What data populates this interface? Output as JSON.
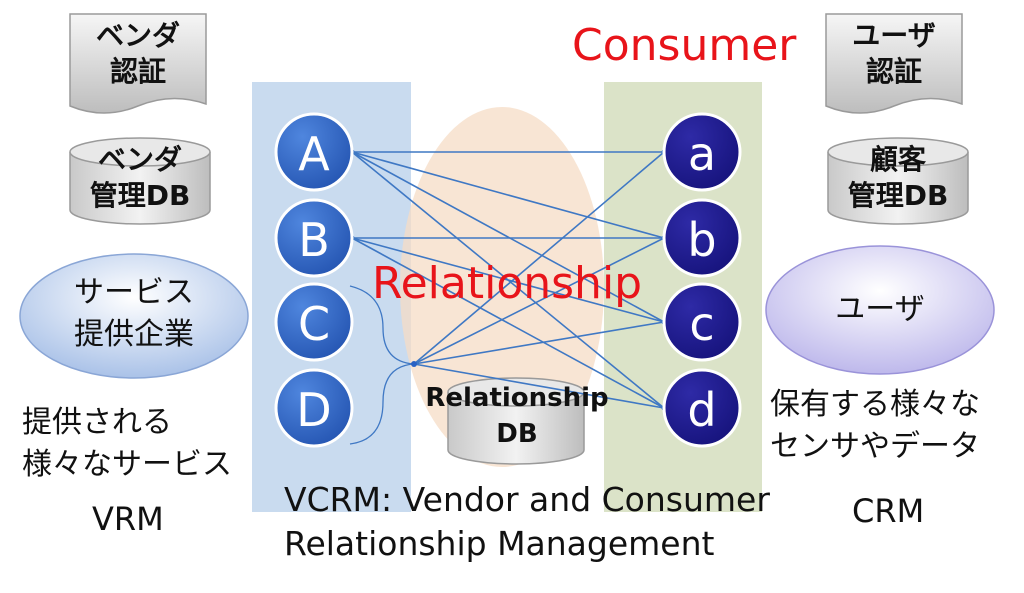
{
  "vendor_auth": {
    "line1": "ベンダ",
    "line2": "認証"
  },
  "vendor_db": {
    "line1": "ベンダ",
    "line2": "管理DB"
  },
  "vendor_company": {
    "line1": "サービス",
    "line2": "提供企業"
  },
  "vendor_services": {
    "line1": "提供される",
    "line2": "様々なサービス"
  },
  "vrm_label": "VRM",
  "user_auth": {
    "line1": "ユーザ",
    "line2": "認証"
  },
  "customer_db": {
    "line1": "顧客",
    "line2": "管理DB"
  },
  "user": {
    "label": "ユーザ"
  },
  "user_data": {
    "line1": "保有する様々な",
    "line2": "センサやデータ"
  },
  "crm_label": "CRM",
  "consumer_title": "Consumer",
  "relationship_title": "Relationship",
  "relationship_db": {
    "line1": "Relationship",
    "line2": "DB"
  },
  "vendor_nodes": [
    "A",
    "B",
    "C",
    "D"
  ],
  "consumer_nodes": [
    "a",
    "b",
    "c",
    "d"
  ],
  "footer": {
    "line1": "VCRM: Vendor and Consumer",
    "line2": "Relationship Management"
  },
  "connections": [
    [
      "A",
      "a"
    ],
    [
      "A",
      "b"
    ],
    [
      "A",
      "c"
    ],
    [
      "B",
      "b"
    ],
    [
      "B",
      "c"
    ],
    [
      "hub",
      "a"
    ],
    [
      "hub",
      "b"
    ],
    [
      "hub",
      "c"
    ],
    [
      "hub",
      "d"
    ],
    [
      "A",
      "d"
    ],
    [
      "B",
      "d"
    ]
  ],
  "colors": {
    "vendor_panel": "#c9dbef",
    "consumer_panel": "#dbe3c8",
    "relationship_blob": "#f7e4d2",
    "vendor_node": "#2a62c4",
    "consumer_node": "#1c1a8a",
    "line": "#3f78c4",
    "accent_red": "#e8141a"
  }
}
